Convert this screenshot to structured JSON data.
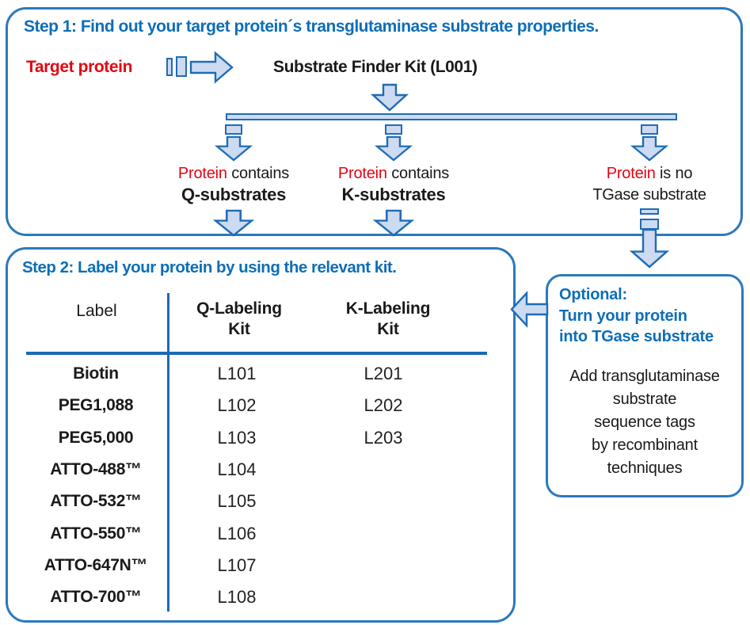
{
  "colors": {
    "blue_text": "#0d6eb7",
    "box_border": "#2b79bd",
    "table_line": "#1a6ab3",
    "arrow_fill": "#ccdaf2",
    "arrow_stroke": "#1f6cb5",
    "red": "#e30613",
    "black": "#1a1a1a"
  },
  "step1": {
    "title": "Step 1: Find out your target protein´s transglutaminase substrate properties.",
    "target_protein": "Target protein",
    "kit": "Substrate Finder Kit (L001)",
    "branches": [
      {
        "protein_word": "Protein",
        "line1_rest": " contains",
        "line2": "Q-substrates"
      },
      {
        "protein_word": "Protein",
        "line1_rest": " contains",
        "line2": "K-substrates"
      },
      {
        "protein_word": "Protein",
        "line1_rest": " is no",
        "line2": "TGase substrate"
      }
    ]
  },
  "step2": {
    "title": "Step 2: Label your protein by using the relevant kit.",
    "table": {
      "headers": [
        "Label",
        "Q-Labeling\nKit",
        "K-Labeling\nKit"
      ],
      "rows": [
        {
          "label": "Biotin",
          "q": "L101",
          "k": "L201"
        },
        {
          "label": "PEG1,088",
          "q": "L102",
          "k": "L202"
        },
        {
          "label": "PEG5,000",
          "q": "L103",
          "k": "L203"
        },
        {
          "label": "ATTO-488™",
          "q": "L104",
          "k": ""
        },
        {
          "label": "ATTO-532™",
          "q": "L105",
          "k": ""
        },
        {
          "label": "ATTO-550™",
          "q": "L106",
          "k": ""
        },
        {
          "label": "ATTO-647N™",
          "q": "L107",
          "k": ""
        },
        {
          "label": "ATTO-700™",
          "q": "L108",
          "k": ""
        }
      ]
    }
  },
  "optional": {
    "title": "Optional:\nTurn your protein\ninto TGase substrate",
    "body": "Add transglutaminase\nsubstrate\nsequence tags\nby recombinant\ntechniques"
  }
}
